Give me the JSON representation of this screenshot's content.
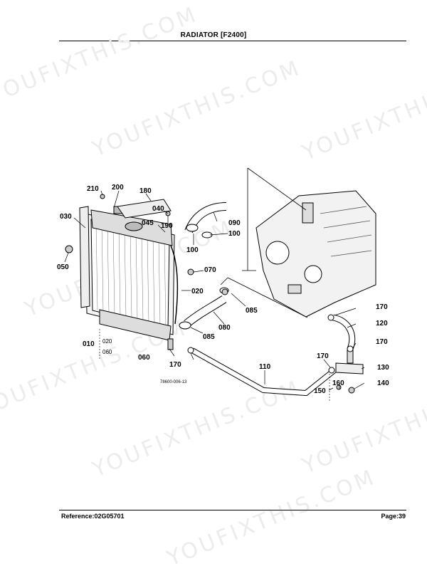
{
  "header": {
    "title": "RADIATOR   [F2400]"
  },
  "footer": {
    "reference": "Reference:02G05701",
    "page": "Page:39"
  },
  "watermark": {
    "text": "YOUFIXTHIS.COM",
    "color": "#ececec"
  },
  "figure": {
    "code": "78600-006-13",
    "parts": [
      {
        "id": "210",
        "text": "210"
      },
      {
        "id": "200",
        "text": "200"
      },
      {
        "id": "180",
        "text": "180"
      },
      {
        "id": "040",
        "text": "040"
      },
      {
        "id": "030",
        "text": "030"
      },
      {
        "id": "045",
        "text": "045"
      },
      {
        "id": "190",
        "text": "190"
      },
      {
        "id": "090",
        "text": "090"
      },
      {
        "id": "100a",
        "text": "100"
      },
      {
        "id": "100b",
        "text": "100"
      },
      {
        "id": "050",
        "text": "050"
      },
      {
        "id": "070",
        "text": "070"
      },
      {
        "id": "020",
        "text": "020"
      },
      {
        "id": "085a",
        "text": "085"
      },
      {
        "id": "080",
        "text": "080"
      },
      {
        "id": "085b",
        "text": "085"
      },
      {
        "id": "170a",
        "text": "170"
      },
      {
        "id": "120",
        "text": "120"
      },
      {
        "id": "170b",
        "text": "170"
      },
      {
        "id": "010",
        "text": "010"
      },
      {
        "id": "020s",
        "text": "020"
      },
      {
        "id": "060s",
        "text": "060"
      },
      {
        "id": "060",
        "text": "060"
      },
      {
        "id": "170c",
        "text": "170"
      },
      {
        "id": "110",
        "text": "110"
      },
      {
        "id": "170d",
        "text": "170"
      },
      {
        "id": "130",
        "text": "130"
      },
      {
        "id": "160",
        "text": "160"
      },
      {
        "id": "140",
        "text": "140"
      },
      {
        "id": "150",
        "text": "150"
      }
    ]
  }
}
